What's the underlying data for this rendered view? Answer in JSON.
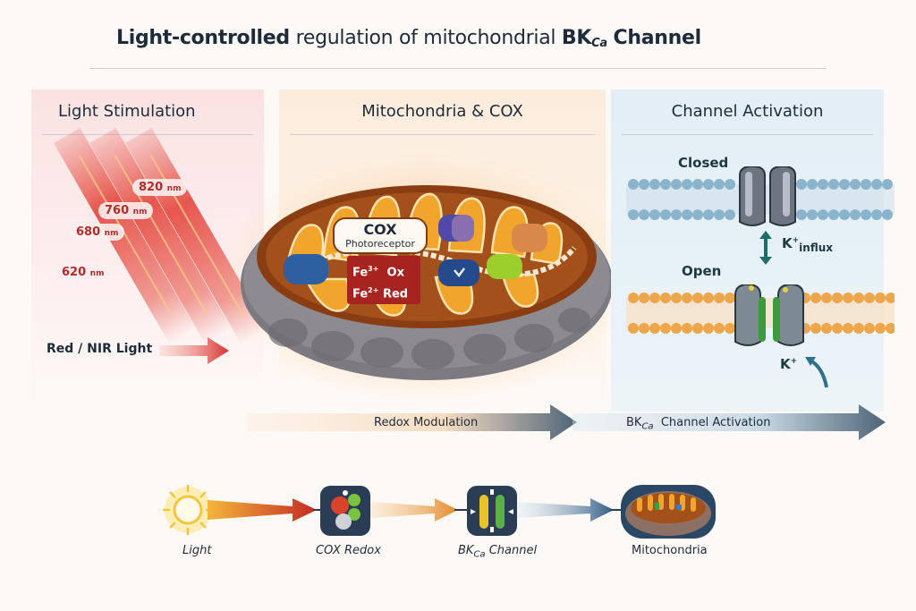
{
  "title": {
    "bold_part": "Light-controlled",
    "regular_part": "regulation of mitochondrial",
    "channel_prefix": "BK",
    "channel_subscript": "Ca",
    "channel_suffix": "Channel"
  },
  "panels": {
    "light": {
      "heading": "Light Stimulation",
      "wavelengths": [
        {
          "value": "820",
          "unit": "nm"
        },
        {
          "value": "760",
          "unit": "nm"
        },
        {
          "value": "680",
          "unit": "nm"
        },
        {
          "value": "620",
          "unit": "nm"
        }
      ],
      "source_label": "Red / NIR Light"
    },
    "mitochondria": {
      "heading": "Mitochondria & COX",
      "cox_title": "COX",
      "cox_subtitle": "Photoreceptor",
      "fe3_base": "Fe",
      "fe3_charge": "3+",
      "fe3_state": "Ox",
      "fe2_base": "Fe",
      "fe2_charge": "2+",
      "fe2_state": "Red"
    },
    "channel": {
      "heading": "Channel Activation",
      "closed_label": "Closed",
      "open_label": "Open",
      "k_influx_base": "K",
      "k_influx_charge": "+",
      "k_influx_sub": "influx",
      "k_ion_base": "K",
      "k_ion_charge": "+"
    }
  },
  "flow": {
    "redox_label": "Redox Modulation",
    "activation_prefix": "BK",
    "activation_subscript": "Ca",
    "activation_suffix": "Channel Activation"
  },
  "pathway": {
    "steps": [
      {
        "label": "Light",
        "icon": "sun-icon"
      },
      {
        "label": "COX Redox",
        "icon": "cox-redox-icon"
      },
      {
        "label_prefix": "BK",
        "label_subscript": "Ca",
        "label_suffix": "Channel",
        "icon": "bkca-channel-icon"
      },
      {
        "label": "Mitochondria",
        "icon": "mitochondria-icon"
      }
    ]
  },
  "colors": {
    "title_text": "#1d2b3a",
    "light_panel": "#fbe2e2",
    "mito_panel": "#fcecdc",
    "channel_panel": "#e3eef6",
    "fe_box": "#a7231f",
    "wavelength_text": "#b52b2b",
    "arrow_slate": "#4e6577"
  }
}
